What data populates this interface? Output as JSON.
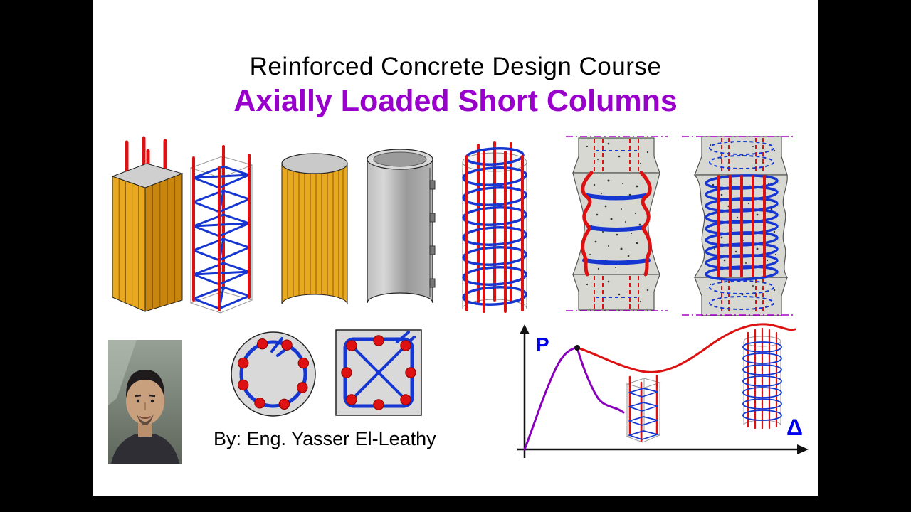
{
  "slide": {
    "title": "Reinforced Concrete Design Course",
    "subtitle": "Axially Loaded Short Columns",
    "byline": "By: Eng. Yasser El-Leathy"
  },
  "graph": {
    "y_axis_label": "P",
    "x_axis_label": "Δ",
    "curves": [
      {
        "name": "ascending-branch",
        "color": "#8800bb"
      },
      {
        "name": "tied-column-descending-branch",
        "color": "#8800bb"
      },
      {
        "name": "spiral-column-post-peak-branch",
        "color": "#dd1111"
      },
      {
        "name": "peak-point",
        "color": "#000000"
      }
    ]
  },
  "figures": [
    "square-timber-formwork-column",
    "square-tied-reinforcement-cage",
    "circular-timber-formwork-column",
    "circular-steel-form-column",
    "spiral-reinforcement-cage",
    "tied-column-failure",
    "spiral-column-failure",
    "instructor-photo",
    "spiral-column-cross-section",
    "tied-column-cross-section",
    "load-deflection-graph"
  ],
  "colors": {
    "background_black": "#000000",
    "slide_white": "#ffffff",
    "title_text": "#000000",
    "subtitle_text": "#9900cc",
    "rebar_red": "#dd1111",
    "tie_blue": "#1536d0",
    "formwork_yellow": "#e8a820",
    "formwork_dark": "#c8860e",
    "steel_gray": "#a8a8a8",
    "concrete_gray": "#d8d8d3",
    "axis_label_blue": "#0000ee",
    "curve_purple": "#8800bb",
    "curve_red": "#dd1111",
    "centerline_purple": "#aa00cc"
  }
}
